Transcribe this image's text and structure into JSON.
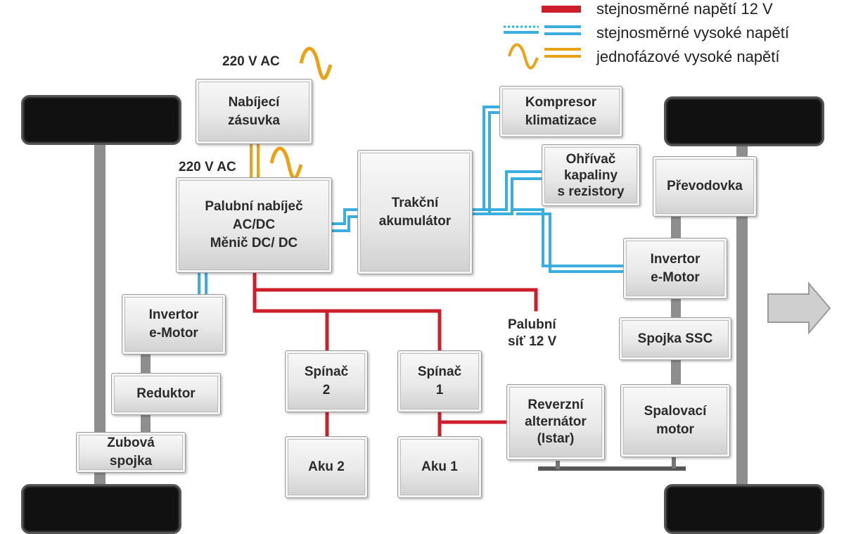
{
  "legend": {
    "dc12": "stejnosměrné napětí 12 V",
    "dchv": "stejnosměrné vysoké napětí",
    "achv": "jednofázové vysoké napětí"
  },
  "labels": {
    "ac_top": "220 V AC",
    "ac_mid": "220 V AC",
    "net_line1": "Palubní",
    "net_line2": "síť 12 V"
  },
  "boxes": {
    "socket": [
      "Nabíjecí",
      "zásuvka"
    ],
    "charger": [
      "Palubní nabíječ",
      "AC/DC",
      "Měnič DC/ DC"
    ],
    "battery": [
      "Trakční",
      "akumulátor"
    ],
    "compressor": [
      "Kompresor",
      "klimatizace"
    ],
    "heater": [
      "Ohřívač",
      "kapaliny",
      "s rezistory"
    ],
    "gearbox": [
      "Převodovka"
    ],
    "inv_right": [
      "Invertor",
      "e-Motor"
    ],
    "clutch_ssc": [
      "Spojka SSC"
    ],
    "engine": [
      "Spalovací",
      "motor"
    ],
    "inv_left": [
      "Invertor",
      "e-Motor"
    ],
    "reducer": [
      "Reduktor"
    ],
    "dog_clutch": [
      "Zubová",
      "spojka"
    ],
    "switch2": [
      "Spínač",
      "2"
    ],
    "switch1": [
      "Spínač",
      "1"
    ],
    "batt2": [
      "Aku 2"
    ],
    "batt1": [
      "Aku 1"
    ],
    "alternator": [
      "Reverzní",
      "alternátor",
      "(Istar)"
    ]
  },
  "colors": {
    "dc12": "#cc1f2b",
    "dchv": "#3aaede",
    "achv": "#e8a317",
    "shaft": "#8a8a8a"
  }
}
